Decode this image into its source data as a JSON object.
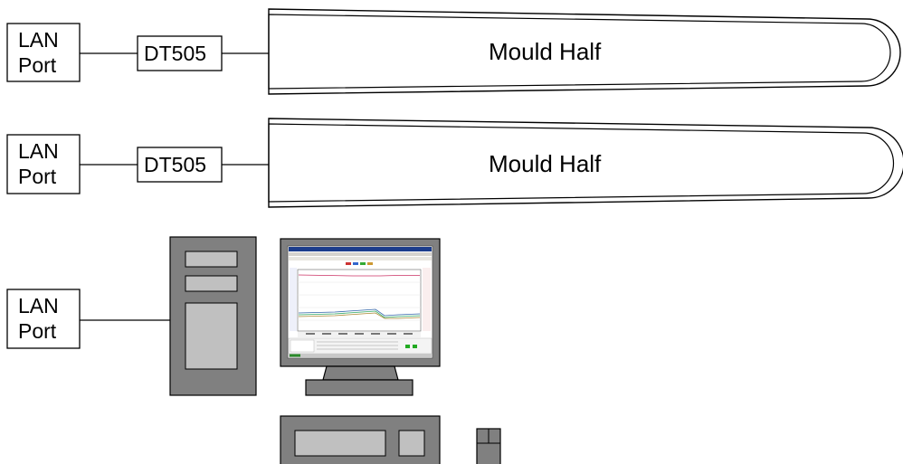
{
  "colors": {
    "stroke": "#000000",
    "background": "#ffffff",
    "computer_gray": "#808080",
    "light_gray": "#c0c0c0",
    "screen_bg": "#ffffff"
  },
  "rows": [
    {
      "port": {
        "line1": "LAN",
        "line2": "Port"
      },
      "logger": {
        "label": "DT505"
      },
      "mould": {
        "label": "Mould Half"
      }
    },
    {
      "port": {
        "line1": "LAN",
        "line2": "Port"
      },
      "logger": {
        "label": "DT505"
      },
      "mould": {
        "label": "Mould Half"
      }
    }
  ],
  "pc_port": {
    "line1": "LAN",
    "line2": "Port"
  },
  "icons": {
    "computer": "desktop-computer-icon",
    "monitor": "monitor-icon",
    "keyboard": "keyboard-icon",
    "mouse": "mouse-icon"
  }
}
